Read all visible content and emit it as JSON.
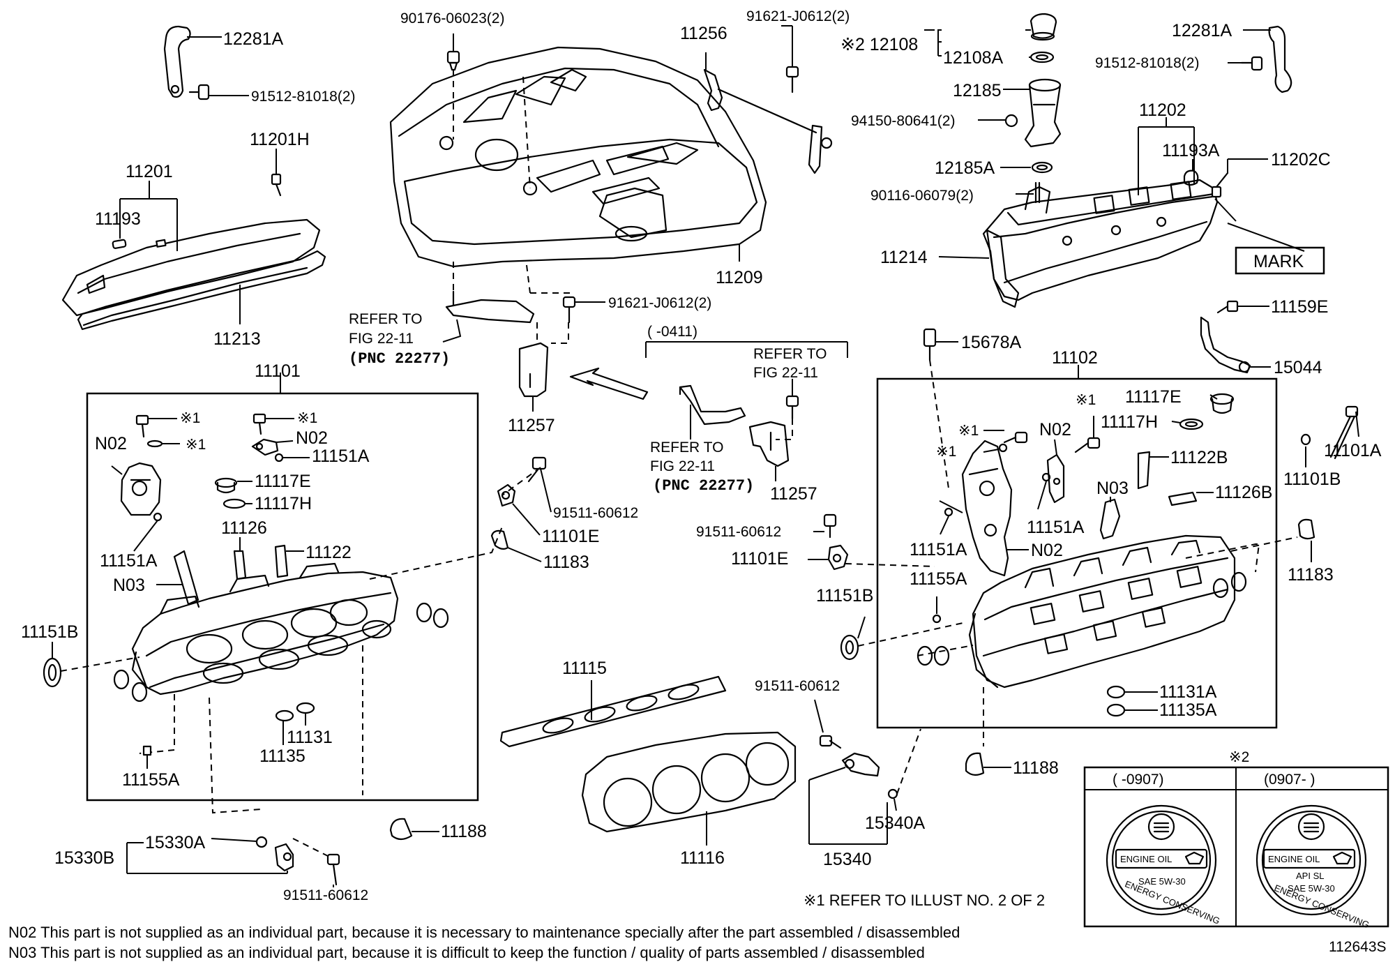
{
  "labels": {
    "l_12281A_left": "12281A",
    "l_91512_left": "91512-81018(2)",
    "l_90176": "90176-06023(2)",
    "l_11256": "11256",
    "l_91621_top": "91621-J0612(2)",
    "l_x2_12108": "※2  12108",
    "l_12108A": "12108A",
    "l_12185": "12185",
    "l_94150": "94150-80641(2)",
    "l_12185A": "12185A",
    "l_90116": "90116-06079(2)",
    "l_12281A_right": "12281A",
    "l_91512_right": "91512-81018(2)",
    "l_11202": "11202",
    "l_11193A": "11193A",
    "l_11202C": "11202C",
    "l_mark": "MARK",
    "l_11214": "11214",
    "l_11201H": "11201H",
    "l_11201": "11201",
    "l_11193": "11193",
    "l_11213": "11213",
    "l_11209": "11209",
    "l_refer1_a": "REFER TO",
    "l_refer1_b": "FIG 22-11",
    "l_refer1_c": "(PNC 22277)",
    "l_91621_mid": "91621-J0612(2)",
    "l_11257_left": "11257",
    "l_0411": "(       -0411)",
    "l_refer2_a": "REFER TO",
    "l_refer2_b": "FIG 22-11",
    "l_refer3_a": "REFER TO",
    "l_refer3_b": "FIG 22-11",
    "l_refer3_c": "(PNC 22277)",
    "l_11257_right": "11257",
    "l_15678A": "15678A",
    "l_11159E": "11159E",
    "l_15044": "15044",
    "l_11101": "11101",
    "l_11102": "11102",
    "l_x1_a": "※1",
    "l_x1_b": "※1",
    "l_x1_c": "※1",
    "l_n02_l1": "N02",
    "l_n02_l2": "N02",
    "l_11151A_l1": "11151A",
    "l_11117E_l": "11117E",
    "l_11117H_l": "11117H",
    "l_11126_l": "11126",
    "l_11122_l": "11122",
    "l_11151A_l2": "11151A",
    "l_n03_l": "N03",
    "l_11151B_l": "11151B",
    "l_11155A_l": "11155A",
    "l_11135_l": "11135",
    "l_11131_l": "11131",
    "l_91511_l1": "91511-60612",
    "l_11101E_l": "11101E",
    "l_11183_l": "11183",
    "l_11188_l": "11188",
    "l_15330A": "15330A",
    "l_15330B": "15330B",
    "l_91511_l2": "91511-60612",
    "l_11115": "11115",
    "l_11116": "11116",
    "l_91511_c": "91511-60612",
    "l_15340": "15340",
    "l_15340A": "15340A",
    "l_91511_r": "91511-60612",
    "l_11101E_r": "11101E",
    "l_11151B_r": "11151B",
    "l_x1_r1": "※1",
    "l_x1_r2": "※1",
    "l_x1_r3": "※1",
    "l_n02_r1": "N02",
    "l_n02_r2": "N02",
    "l_11117E_r": "11117E",
    "l_11117H_r": "11117H",
    "l_11122B_r": "11122B",
    "l_n03_r": "N03",
    "l_11126B_r": "11126B",
    "l_11151A_r1": "11151A",
    "l_11151A_r2": "11151A",
    "l_11155A_r": "11155A",
    "l_11101A": "11101A",
    "l_11101B": "11101B",
    "l_11183_r": "11183",
    "l_11131A_r": "11131A",
    "l_11135A_r": "11135A",
    "l_11188_r": "11188",
    "l_x2_box": "※2",
    "l_box_left_hdr": "(       -0907)",
    "l_box_right_hdr": "(0907-        )",
    "l_cap_engine_oil_1": "ENGINE OIL",
    "l_cap_sae_1": "SAE  5W-30",
    "l_cap_energy_1": "ENERGY CONSERVING",
    "l_cap_engine_oil_2": "ENGINE OIL",
    "l_cap_api_2": "API SL",
    "l_cap_sae_2": "SAE  5W-30",
    "l_cap_energy_2": "ENERGY CONSERVING",
    "l_x1_note": "※1  REFER TO ILLUST NO. 2 OF 2",
    "l_note_n02": "N02  This part is not supplied as an individual part, because it is necessary to maintenance specially after the part assembled / disassembled",
    "l_note_n03": "N03  This part is not supplied as an individual part, because it is difficult to keep the function / quality of parts  assembled / disassembled",
    "l_fig_no": "112643S"
  }
}
